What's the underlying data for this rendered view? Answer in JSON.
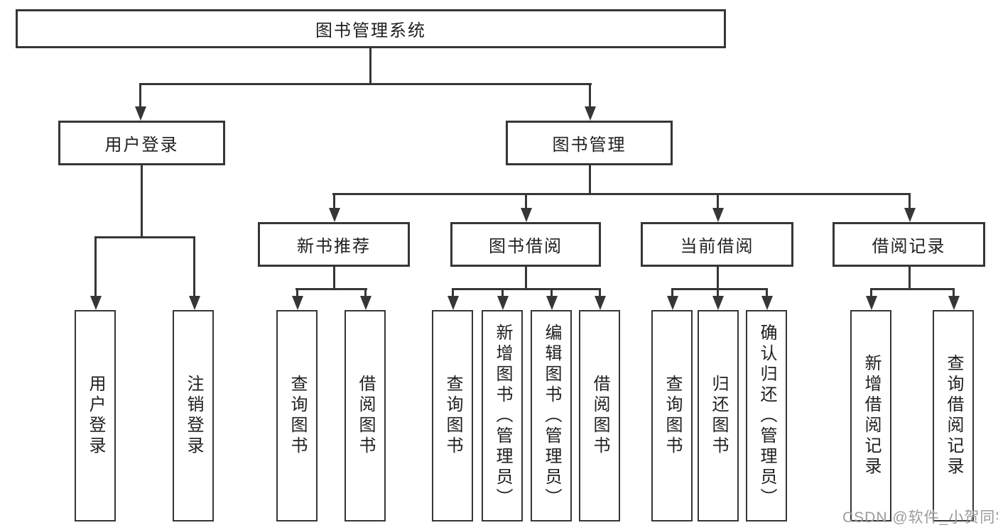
{
  "diagram": {
    "root": {
      "label": "图书管理系统"
    },
    "level2": {
      "user_login": {
        "label": "用户登录"
      },
      "book_management": {
        "label": "图书管理"
      }
    },
    "level3": {
      "new_book_recommend": {
        "label": "新书推荐"
      },
      "book_borrow": {
        "label": "图书借阅"
      },
      "current_borrow": {
        "label": "当前借阅"
      },
      "borrow_record": {
        "label": "借阅记录"
      }
    },
    "leaves": {
      "user_login": [
        "用户登录",
        "注销登录"
      ],
      "new_book_recommend": [
        "查询图书",
        "借阅图书"
      ],
      "book_borrow": [
        "查询图书",
        "新增图书（管理员）",
        "编辑图书（管理员）",
        "借阅图书"
      ],
      "current_borrow": [
        "查询图书",
        "归还图书",
        "确认归还（管理员）"
      ],
      "borrow_record": [
        "新增借阅记录",
        "查询借阅记录"
      ]
    }
  },
  "watermark": {
    "text": "CSDN @软件_小贺同学",
    "color": "#9b9b9b"
  },
  "colors": {
    "line": "#363636",
    "text": "#1f1f1f",
    "background": "#ffffff"
  }
}
